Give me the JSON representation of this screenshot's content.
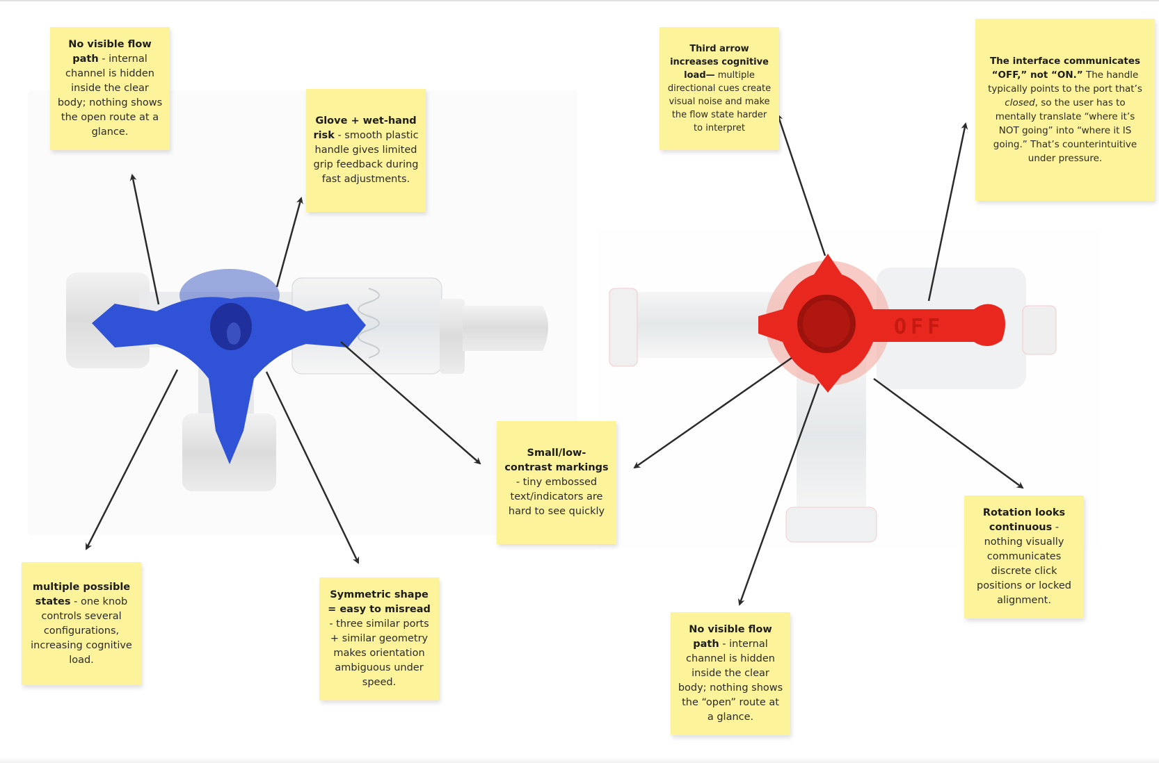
{
  "canvas": {
    "background": "#ffffff",
    "note_color": "#fdf39a",
    "arrow_color": "#2b2b2b"
  },
  "devices": {
    "left": {
      "name": "blue three-way stopcock",
      "handle_color": "#2f52d6"
    },
    "right": {
      "name": "red three-way stopcock",
      "handle_color": "#e8281e",
      "handle_label": "OFF"
    }
  },
  "notes": [
    {
      "id": "no-flow-path-left",
      "bold": "No visible flow path",
      "text": " - internal channel is hidden inside the clear body; nothing shows the open route at a glance."
    },
    {
      "id": "glove-wet-hand",
      "bold": "Glove + wet-hand risk",
      "text": " - smooth plastic handle gives limited grip feedback during fast adjustments."
    },
    {
      "id": "third-arrow",
      "bold": "Third arrow increases cognitive load—",
      "text": " multiple directional cues create visual noise and make the flow state harder to interpret"
    },
    {
      "id": "off-not-on",
      "bold": "The interface communicates “OFF,” not “ON.”",
      "text_pre": " The handle typically points to the port that’s ",
      "italic": "closed",
      "text": ", so the user has to mentally translate “where it’s NOT going” into “where it IS going.” That’s counterintuitive under pressure."
    },
    {
      "id": "low-contrast",
      "bold": "Small/low-contrast markings",
      "text": " - tiny embossed text/indicators are hard to see quickly"
    },
    {
      "id": "multiple-states",
      "bold": "multiple possible states",
      "text": " - one knob controls several configurations, increasing cognitive load."
    },
    {
      "id": "symmetric-shape",
      "bold": "Symmetric shape = easy to misread",
      "text": " - three similar ports + similar geometry makes orientation ambiguous under speed."
    },
    {
      "id": "no-flow-path-right",
      "bold": "No visible flow path",
      "text": " - internal channel is hidden inside the clear body; nothing shows the “open” route at a glance."
    },
    {
      "id": "rotation-continuous",
      "bold": "Rotation looks continuous",
      "text": " - nothing visually communicates discrete click positions or locked alignment."
    }
  ]
}
